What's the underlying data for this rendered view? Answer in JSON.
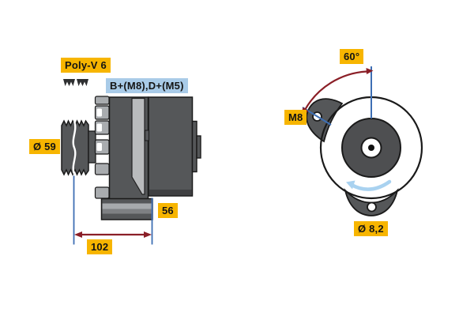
{
  "title": "Alternator technical drawing",
  "labels": {
    "belt_type": "Poly-V 6",
    "terminals": "B+(M8),D+(M5)",
    "pulley_diameter": "Ø 59",
    "dim_depth": "56",
    "dim_length": "102",
    "mount_angle": "60°",
    "mount_thread": "M8",
    "mount_hole_diameter": "Ø 8,2"
  },
  "icons": {
    "belt_profile": "poly-v-belt-profile-icon",
    "rotation_direction": "rotation-ccw-arrow-icon"
  },
  "colors": {
    "label_yellow": "#F7B500",
    "label_blue": "#A9CBE8",
    "dimension_line_blue": "#3E6FB4",
    "dimension_arrow_red": "#8B1F27",
    "rotation_arrow_lightblue": "#A9D2F0",
    "body_gray": "#555759",
    "panel_light_gray": "#B9BBBD",
    "vent_block_gray": "#A9ACAF",
    "pulley_face_gray": "#4E4F51",
    "outline": "#1A1A1A",
    "background": "#FFFFFF"
  }
}
